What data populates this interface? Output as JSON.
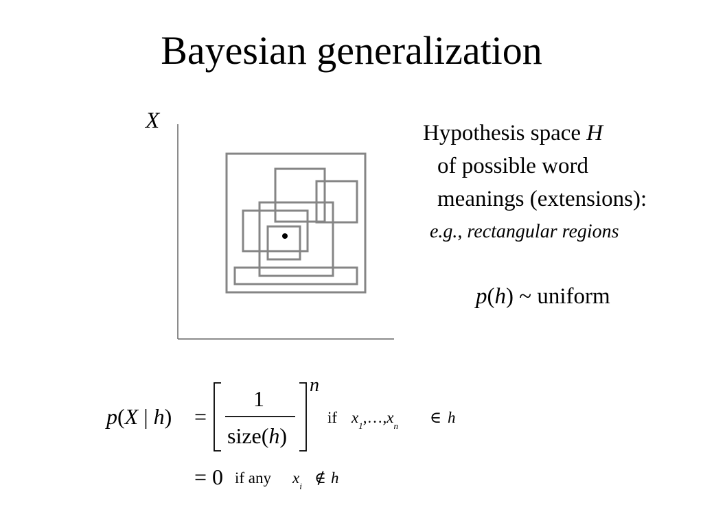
{
  "slide": {
    "title": "Bayesian generalization",
    "axis_label": "X",
    "hypothesis": {
      "line1_prefix": "Hypothesis space ",
      "line1_var": "H",
      "line2": "of possible word",
      "line3": "meanings (extensions):",
      "example": "e.g., rectangular regions"
    },
    "prior": {
      "p": "p",
      "open": "(",
      "h": "h",
      "close": ")",
      "rest": " ~ uniform"
    },
    "likelihood": {
      "p": "p",
      "open": "(",
      "X": "X",
      "bar": " | ",
      "h": "h",
      "close": ")",
      "equals": "=",
      "numerator": "1",
      "den_prefix": "size(",
      "den_var": "h",
      "den_suffix": ")",
      "exponent": "n",
      "if": "if",
      "x": "x",
      "sub1": "1",
      "dots": ",…,",
      "subn": "n",
      "in": "∈",
      "zero_equals": "=",
      "zero": "0",
      "if_any": "if any",
      "xi": "x",
      "subi": "i",
      "notin": "∉"
    }
  },
  "colors": {
    "rectangle": "#858585",
    "axis": "#666666",
    "text": "#000000"
  }
}
